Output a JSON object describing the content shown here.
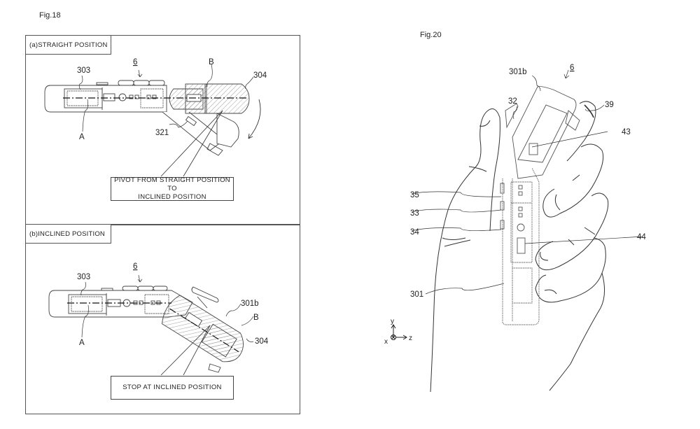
{
  "figures": {
    "fig18": {
      "label": "Fig.18",
      "panel_a": {
        "tag": "(a)STRAIGHT POSITION",
        "callout": "PIVOT FROM STRAIGHT POSITION TO INCLINED POSITION",
        "callout_line1": "PIVOT FROM STRAIGHT POSITION TO",
        "callout_line2": "INCLINED POSITION",
        "refs": {
          "r6": "6",
          "r303": "303",
          "rB": "B",
          "r304": "304",
          "r321": "321",
          "rA": "A"
        }
      },
      "panel_b": {
        "tag": "(b)INCLINED POSITION",
        "callout": "STOP AT INCLINED POSITION",
        "refs": {
          "r6": "6",
          "r303": "303",
          "r301b": "301b",
          "rB": "B",
          "r304": "304",
          "rA": "A"
        }
      }
    },
    "fig20": {
      "label": "Fig.20",
      "refs": {
        "r301b": "301b",
        "r6": "6",
        "r32": "32",
        "r39": "39",
        "r43": "43",
        "r35": "35",
        "r33": "33",
        "r34": "34",
        "r44": "44",
        "r301": "301"
      },
      "axes": {
        "y": "y",
        "x": "x",
        "z": "z"
      }
    }
  },
  "colors": {
    "ink": "#222222",
    "frame": "#555555",
    "paper": "#ffffff",
    "hatch": "#777777"
  }
}
